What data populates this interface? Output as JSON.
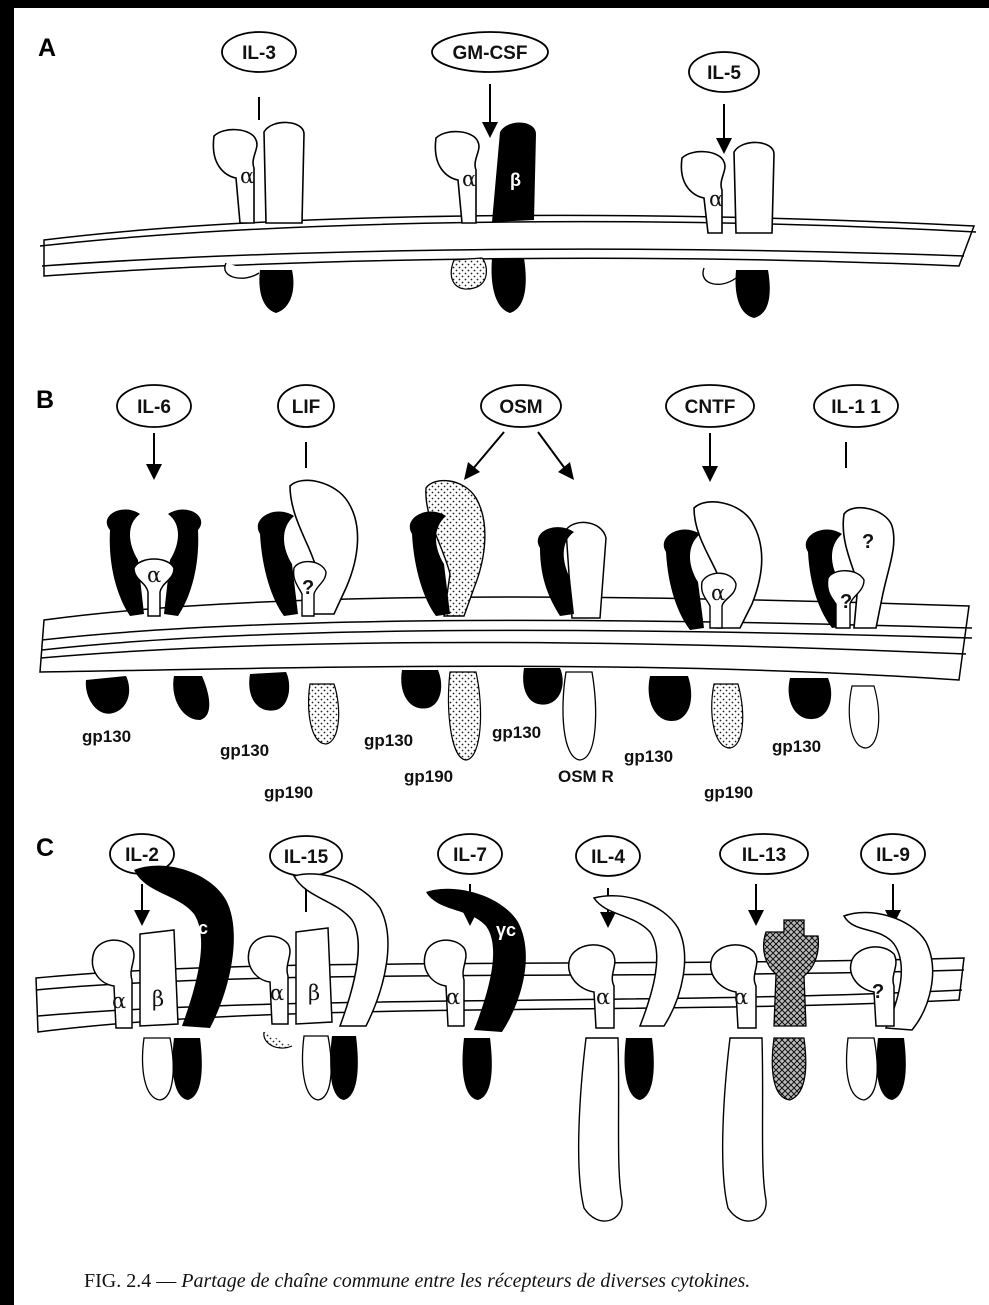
{
  "sections": [
    {
      "label": "A",
      "ligands": [
        "IL-3",
        "GM-CSF",
        "IL-5"
      ],
      "symbols": [
        "α",
        "α",
        "β",
        "α"
      ]
    },
    {
      "label": "B",
      "ligands": [
        "IL-6",
        "LIF",
        "OSM",
        "CNTF",
        "IL-1 1"
      ],
      "symbols": [
        "α",
        "?",
        "α",
        "?",
        "?"
      ],
      "chains": [
        "gp130",
        "gp130",
        "gp190",
        "gp130",
        "gp190",
        "gp130",
        "OSM R",
        "gp130",
        "gp190",
        "gp130"
      ]
    },
    {
      "label": "C",
      "ligands": [
        "IL-2",
        "IL-15",
        "IL-7",
        "IL-4",
        "IL-13",
        "IL-9"
      ],
      "symbols": [
        "α",
        "β",
        "γc",
        "α",
        "β",
        "α",
        "γc",
        "α",
        "α",
        "?"
      ]
    }
  ],
  "caption": {
    "prefix": "FIG. 2.4 — ",
    "text": "Partage de chaîne commune entre les récepteurs de diverses cytokines."
  },
  "colors": {
    "ink": "#000000",
    "paper": "#ffffff",
    "frame": "#000000"
  }
}
